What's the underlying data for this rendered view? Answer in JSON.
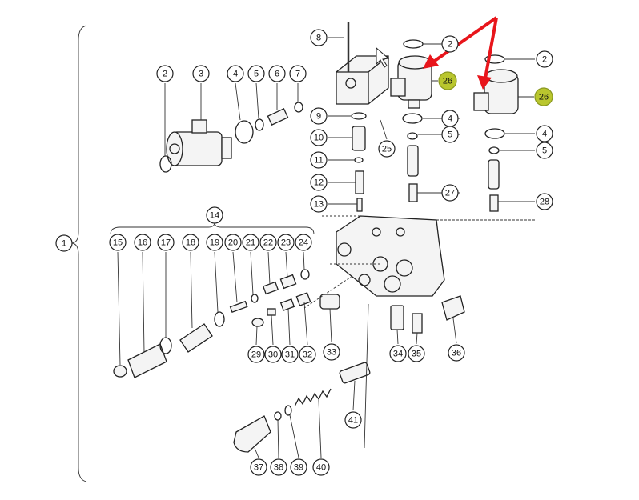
{
  "diagram": {
    "callouts": [
      "1",
      "2",
      "3",
      "4",
      "5",
      "6",
      "7",
      "8",
      "9",
      "10",
      "11",
      "12",
      "13",
      "14",
      "15",
      "16",
      "17",
      "18",
      "19",
      "20",
      "21",
      "22",
      "23",
      "24",
      "25",
      "26",
      "26",
      "2",
      "4",
      "5",
      "27",
      "2",
      "4",
      "5",
      "28",
      "29",
      "30",
      "31",
      "32",
      "33",
      "34",
      "35",
      "36",
      "37",
      "38",
      "39",
      "40",
      "41"
    ],
    "highlight_color": "#b9c62e",
    "arrow_color": "#e8151b"
  }
}
